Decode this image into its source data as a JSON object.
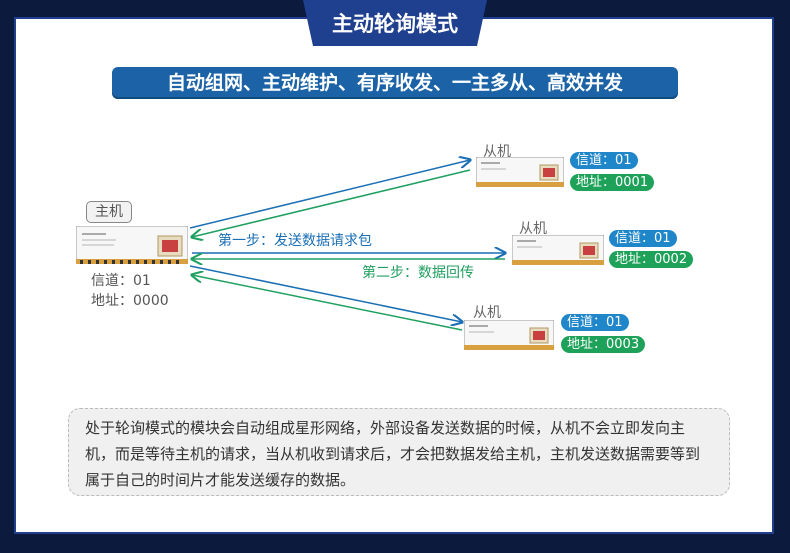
{
  "title": "主动轮询模式",
  "subtitle": "自动组网、主动维护、有序收发、一主多从、高效并发",
  "master": {
    "tag": "主机",
    "channel": "信道：01",
    "address": "地址：0000"
  },
  "steps": {
    "step1": "第一步：发送数据请求包",
    "step2": "第二步：数据回传"
  },
  "slaves": [
    {
      "label": "从机",
      "channel": "信道：01",
      "address": "地址：0001"
    },
    {
      "label": "从机",
      "channel": "信道：01",
      "address": "地址：0002"
    },
    {
      "label": "从机",
      "channel": "信道：01",
      "address": "地址：0003"
    }
  ],
  "description": "处于轮询模式的模块会自动组成星形网络，外部设备发送数据的时候，从机不会立即发向主机，而是等待主机的请求，当从机收到请求后，才会把数据发给主机，主机发送数据需要等到属于自己的时间片才能发送缓存的数据。",
  "colors": {
    "frame_border": "#1f3f8f",
    "title_bg": "#1f3f8f",
    "subtitle_bg": "#1b63a6",
    "request_arrow": "#1a6fb5",
    "reply_arrow": "#20a060",
    "channel_pill": "#1f86c9",
    "address_pill": "#1ea25a"
  }
}
